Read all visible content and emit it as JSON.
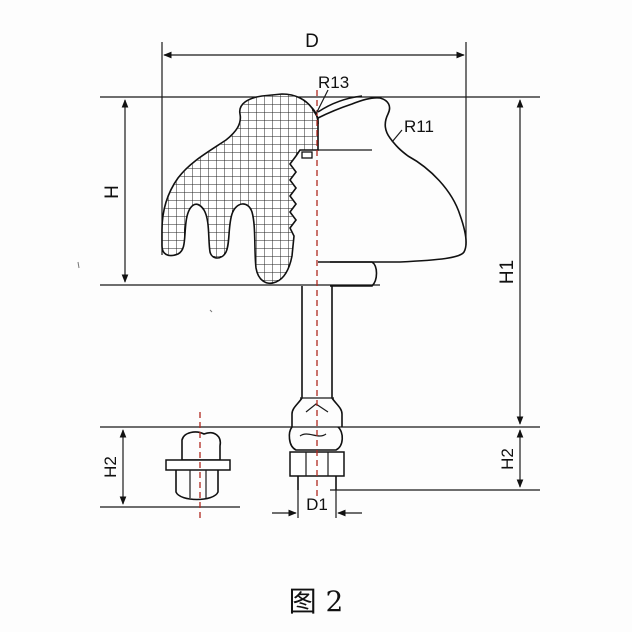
{
  "figure": {
    "caption": "图 2"
  },
  "labels": {
    "D": "D",
    "H": "H",
    "H1": "H1",
    "H2_left": "H2",
    "H2_right": "H2",
    "D1": "D1",
    "R13": "R13",
    "R11": "R11"
  },
  "colors": {
    "line": "#1a1a1a",
    "centerline": "#b0291f",
    "background": "#fdfdfd"
  }
}
